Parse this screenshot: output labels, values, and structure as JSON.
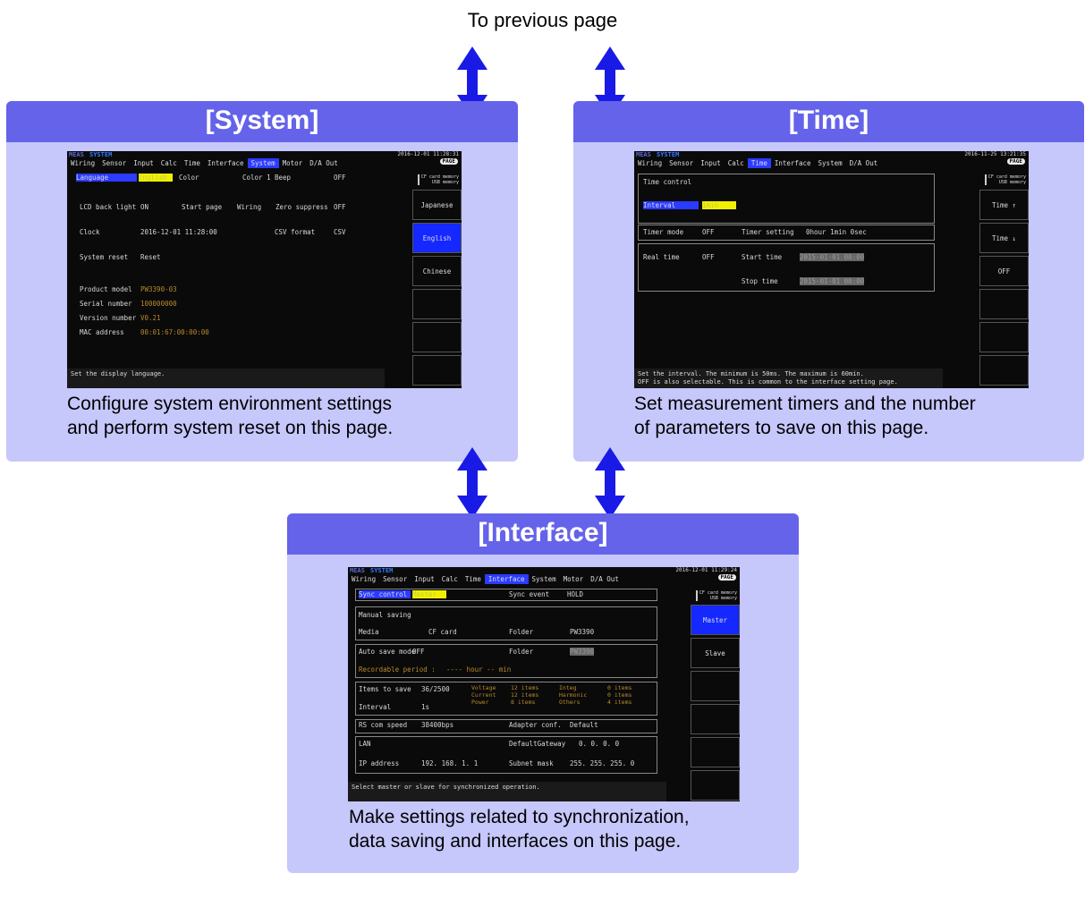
{
  "top_label": "To previous page",
  "panels": {
    "system": {
      "title": "[System]",
      "caption_line1": "Configure system environment settings",
      "caption_line2": "and perform system reset on this page.",
      "screen": {
        "mode": "MEAS",
        "mode2": "SYSTEM",
        "datetime": "2016-12-01 11:28:31",
        "page_button": "PAGE",
        "tabs": [
          "Wiring",
          "Sensor",
          "Input",
          "Calc",
          "Time",
          "Interface",
          "System",
          "Motor",
          "D/A Out"
        ],
        "active_tab": "System",
        "language_label": "Language",
        "language_value": "English",
        "color_label": "Color",
        "color_value": "Color 1",
        "beep_label": "Beep",
        "beep_value": "OFF",
        "backlight_label": "LCD back light",
        "backlight_value": "ON",
        "startpage_label": "Start page",
        "startpage_value": "Wiring",
        "zero_label": "Zero suppress",
        "zero_value": "OFF",
        "clock_label": "Clock",
        "clock_value": "2016-12-01  11:28:00",
        "csv_label": "CSV format",
        "csv_value": "CSV",
        "reset_label": "System reset",
        "reset_value": "Reset",
        "product_label": "Product model",
        "product_value": "PW3390-03",
        "serial_label": "Serial number",
        "serial_value": "100000000",
        "version_label": "Version number",
        "version_value": "V0.21",
        "mac_label": "MAC address",
        "mac_value": "00:01:67:00:00:00",
        "memtag": "CF card memory\nUSB memory",
        "side_buttons": [
          "Japanese",
          "English",
          "Chinese",
          "",
          "",
          ""
        ],
        "side_active": 1,
        "message": "Set the display language."
      }
    },
    "time": {
      "title": "[Time]",
      "caption_line1": "Set measurement timers and the number",
      "caption_line2": "of parameters to save on this page.",
      "screen": {
        "mode": "MEAS",
        "mode2": "SYSTEM",
        "datetime": "2016-11-25 13:21:35",
        "page_button": "PAGE",
        "tabs": [
          "Wiring",
          "Sensor",
          "Input",
          "Calc",
          "Time",
          "Interface",
          "System",
          "D/A Out"
        ],
        "active_tab": "Time",
        "time_control_label": "Time control",
        "interval_label": "Interval",
        "interval_value": "1min",
        "timer_mode_label": "Timer mode",
        "timer_mode_value": "OFF",
        "timer_setting_label": "Timer setting",
        "timer_setting_value": "0hour 1min 0sec",
        "realtime_label": "Real time",
        "realtime_value": "OFF",
        "start_label": "Start time",
        "start_value": "2015-01-01 00:00",
        "stop_label": "Stop time",
        "stop_value": "2015-01-01 00:00",
        "memtag": "CF card memory\nUSB memory",
        "side_buttons": [
          "Time ↑",
          "Time ↓",
          "OFF",
          "",
          "",
          ""
        ],
        "message_line1": "Set the interval. The minimum is 50ms. The maximum is 60min.",
        "message_line2": "OFF is also selectable. This is common to the interface setting page."
      }
    },
    "interface": {
      "title": "[Interface]",
      "caption_line1": "Make settings related to synchronization,",
      "caption_line2": "data saving and interfaces on this page.",
      "screen": {
        "mode": "MEAS",
        "mode2": "SYSTEM",
        "datetime": "2016-12-01 11:29:24",
        "page_button": "PAGE",
        "tabs": [
          "Wiring",
          "Sensor",
          "Input",
          "Calc",
          "Time",
          "Interface",
          "System",
          "Motor",
          "D/A Out"
        ],
        "active_tab": "Interface",
        "sync_label": "Sync control",
        "sync_value": "Master",
        "sync_event_label": "Sync event",
        "sync_event_value": "HOLD",
        "manual_label": "Manual saving",
        "media_label": "Media",
        "media_value": "CF card",
        "folder_label": "Folder",
        "folder_value": "PW3390",
        "autosave_label": "Auto save mode",
        "autosave_value": "OFF",
        "folder2_value": "PW3390",
        "recordable_label": "Recordable period :",
        "recordable_value": "---- hour -- min",
        "items_label": "Items to save",
        "items_value": "36/2500",
        "voltage_label": "Voltage",
        "voltage_value": "12 items",
        "current_label": "Current",
        "current_value": "12 items",
        "power_label": "Power",
        "power_value": "8 items",
        "integ_label": "Integ",
        "integ_value": "0 items",
        "harmonic_label": "Harmonic",
        "harmonic_value": "0 items",
        "others_label": "Others",
        "others_value": "4 items",
        "interval_label": "Interval",
        "interval_value": "1s",
        "rs_label": "RS com speed",
        "rs_value": "38400bps",
        "adapter_label": "Adapter conf.",
        "adapter_value": "Default",
        "lan_label": "LAN",
        "gateway_label": "DefaultGateway",
        "gateway_value": "0.   0.   0.   0",
        "ip_label": "IP address",
        "ip_value": "192. 168.   1.   1",
        "subnet_label": "Subnet mask",
        "subnet_value": "255. 255. 255.   0",
        "memtag": "CF card memory\nUSB memory",
        "side_buttons": [
          "Master",
          "Slave",
          "",
          "",
          "",
          ""
        ],
        "side_active": 0,
        "message": "Select master or slave for synchronized operation."
      }
    }
  },
  "colors": {
    "panel_bg": "#c6c7fb",
    "header_bg": "#6463ea",
    "arrow": "#1a1ae6"
  }
}
